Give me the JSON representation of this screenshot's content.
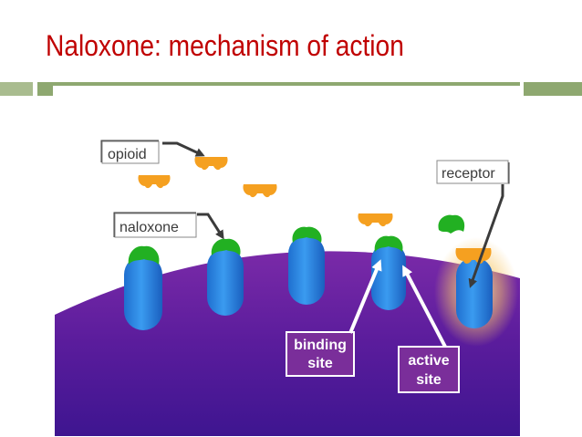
{
  "slide": {
    "title": "Naloxone: mechanism of action",
    "accent_color": "#c00000",
    "rule_color": "#8ea870"
  },
  "diagram": {
    "labels": {
      "opioid": "opioid",
      "naloxone": "naloxone",
      "receptor": "receptor",
      "binding_line1": "binding",
      "binding_line2": "site",
      "active_line1": "active",
      "active_line2": "site"
    },
    "colors": {
      "membrane": "#5a1a9a",
      "receptor": "#2a7fd6",
      "naloxone": "#22b022",
      "opioid": "#f5a020",
      "callout_bg": "#7a2e9a"
    }
  }
}
